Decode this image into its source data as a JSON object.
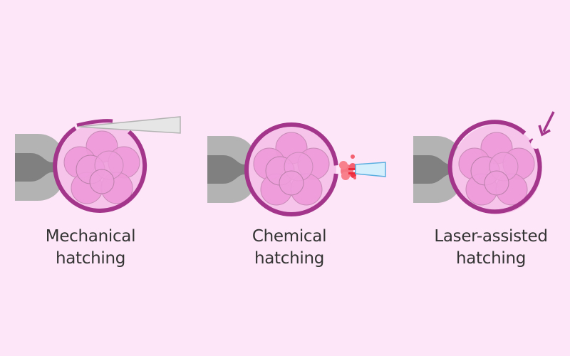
{
  "diagram": {
    "background_color": "#fde6f7",
    "colors": {
      "zona_pellucida": "#a3368a",
      "embryo_interior": "#f6c4ea",
      "blastomere": "#ee9ad9",
      "holding_pipette_outer": "#b3b3b3",
      "holding_pipette_inner": "#808080",
      "needle": "#e6e6e6",
      "chemical_pipette": "#d6effc",
      "chemical_pipette_edge": "#5aaee0",
      "acid_solution": "#f4606f",
      "laser_arrow": "#a3368a",
      "label_text": "#333333"
    },
    "panels": [
      {
        "id": "mechanical",
        "label_line1": "Mechanical",
        "label_line2": "hatching",
        "tool": "micro-needle"
      },
      {
        "id": "chemical",
        "label_line1": "Chemical",
        "label_line2": "hatching",
        "tool": "acid tyrode pipette"
      },
      {
        "id": "laser",
        "label_line1": "Laser-assisted",
        "label_line2": "hatching",
        "tool": "laser arrow"
      }
    ]
  }
}
